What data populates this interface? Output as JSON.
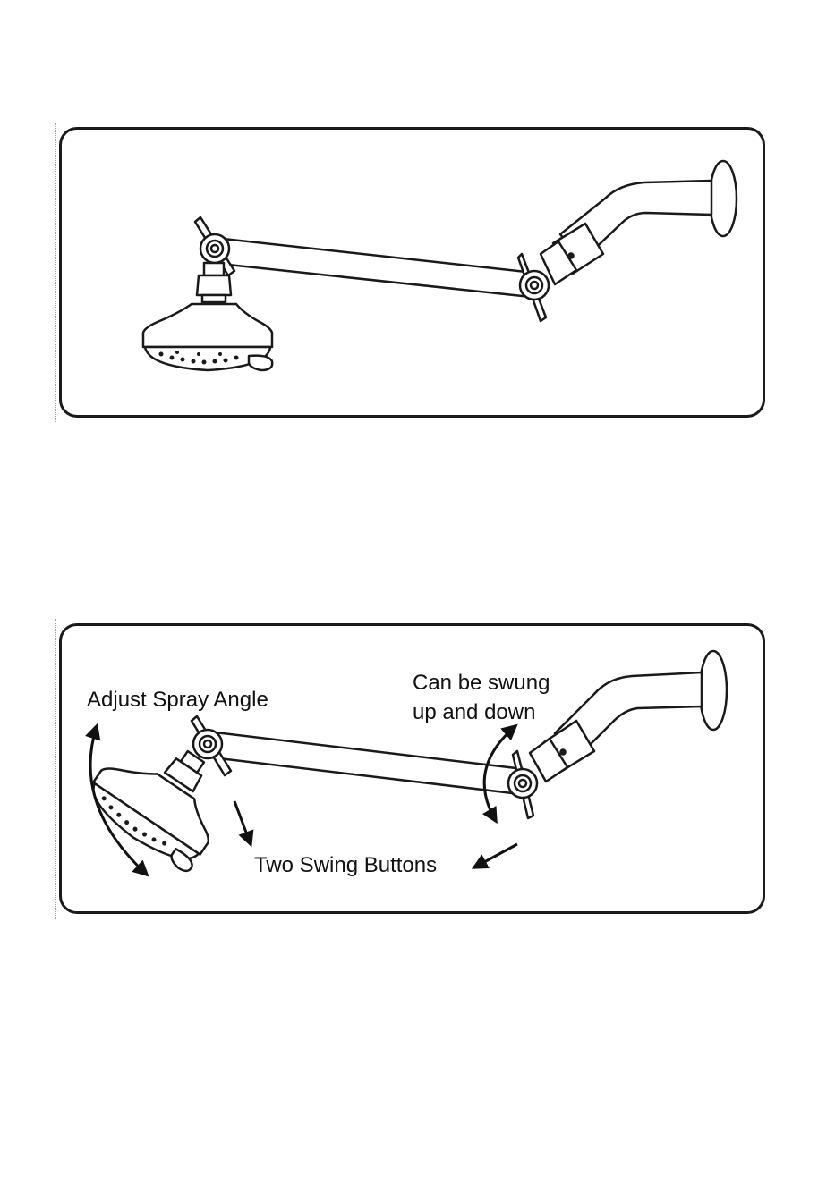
{
  "panels": [
    {
      "id": "top",
      "labels": {}
    },
    {
      "id": "bottom",
      "labels": {
        "adjust_spray_angle": "Adjust Spray Angle",
        "swung_line_1": "Can be swung",
        "swung_line_2": "up and down",
        "two_swing_buttons": "Two Swing Buttons"
      }
    }
  ],
  "colors": {
    "line": "#1a1a1a",
    "background": "#ffffff"
  },
  "icons": [
    "shower-head-icon",
    "swing-button-icon",
    "wall-flange-icon",
    "curved-arrow-icon",
    "arrow-icon"
  ]
}
